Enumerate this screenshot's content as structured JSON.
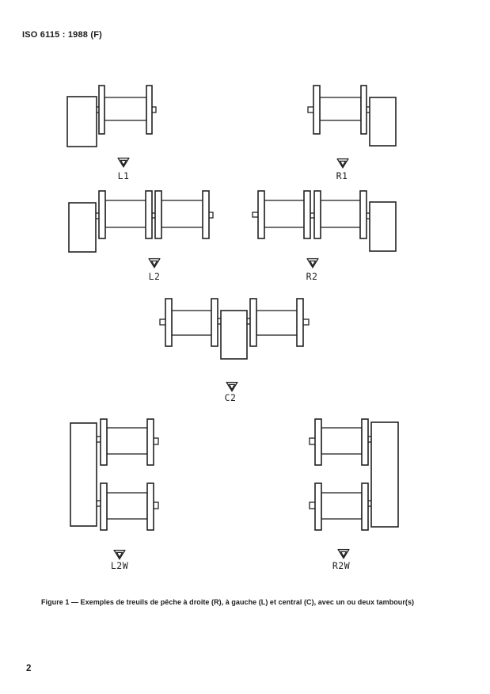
{
  "document": {
    "reference": "ISO 6115 : 1988 (F)",
    "page_number": "2",
    "figure_caption": "Figure 1 — Exemples de treuils de pêche à droite (R), à gauche (L) et central (C), avec un ou deux tambour(s)"
  },
  "figures": [
    {
      "label": "L1"
    },
    {
      "label": "R1"
    },
    {
      "label": "L2"
    },
    {
      "label": "R2"
    },
    {
      "label": "C2"
    },
    {
      "label": "L2W"
    },
    {
      "label": "R2W"
    }
  ],
  "colors": {
    "ink": "#222222",
    "paper": "#ffffff"
  }
}
